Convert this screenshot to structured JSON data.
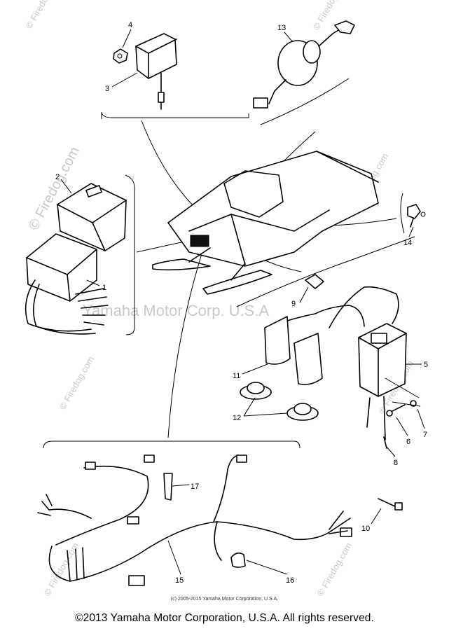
{
  "watermarks": {
    "brand": "© Firedog.com",
    "oem": "Yamaha Motor Corp. U.S.A"
  },
  "small_copyright": "(c) 2005-2015 Yamaha Motor Corporation, U.S.A.",
  "footer_copyright": "©2013 Yamaha Motor Corporation, U.S.A. All rights reserved.",
  "callouts": {
    "c1": "1",
    "c2": "2",
    "c3": "3",
    "c4": "4",
    "c5": "5",
    "c6": "6",
    "c7": "7",
    "c8": "8",
    "c9": "9",
    "c10": "10",
    "c11": "11",
    "c12": "12",
    "c13": "13",
    "c14": "14",
    "c15": "15",
    "c16": "16",
    "c17": "17"
  },
  "colors": {
    "ink": "#000000",
    "watermark": "#c9c9c9",
    "background": "#ffffff"
  }
}
